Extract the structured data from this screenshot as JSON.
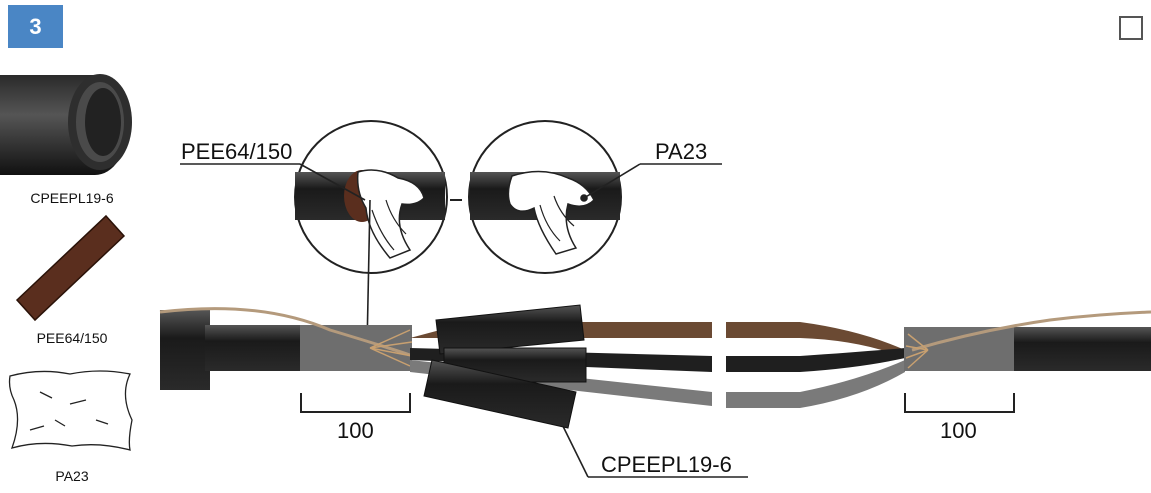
{
  "step": {
    "number": "3"
  },
  "parts": [
    {
      "id": "tube",
      "label": "CPEEPL19-6"
    },
    {
      "id": "tape",
      "label": "PEE64/150"
    },
    {
      "id": "cloth",
      "label": "PA23"
    }
  ],
  "callouts": {
    "tape": "PEE64/150",
    "cloth": "PA23",
    "tube": "CPEEPL19-6"
  },
  "dimensions": {
    "left": "100",
    "right": "100"
  },
  "colors": {
    "badge": "#4a86c5",
    "cable_black": "#1f1f1f",
    "cable_grey": "#7a7a7a",
    "tape_brown": "#5a2e1e",
    "wire_brown": "#6b4a33"
  }
}
